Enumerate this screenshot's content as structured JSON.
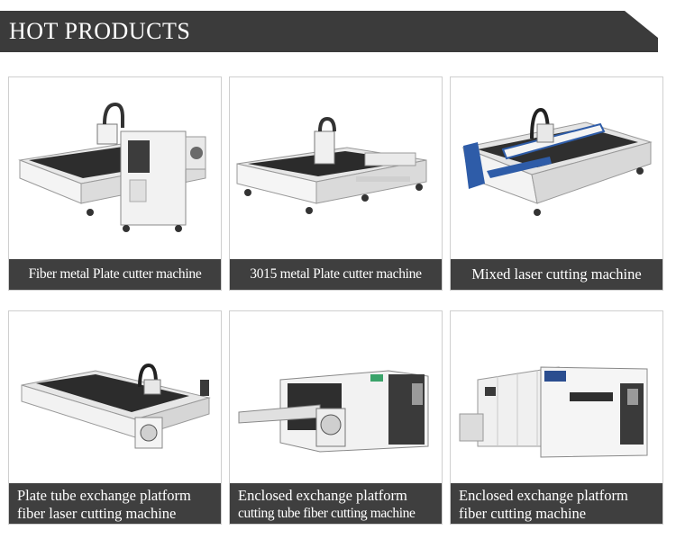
{
  "header": {
    "title": "HOT PRODUCTS"
  },
  "products": [
    {
      "caption": "Fiber metal Plate cutter machine"
    },
    {
      "caption": "3015 metal Plate cutter machine"
    },
    {
      "caption": "Mixed laser cutting machine"
    },
    {
      "caption_line1": "Plate tube exchange platform",
      "caption_line2": "fiber laser cutting machine"
    },
    {
      "caption_line1": "Enclosed exchange platform",
      "caption_line2": "cutting tube fiber cutting machine"
    },
    {
      "caption_line1": "Enclosed exchange platform",
      "caption_line2": "fiber cutting machine"
    }
  ]
}
